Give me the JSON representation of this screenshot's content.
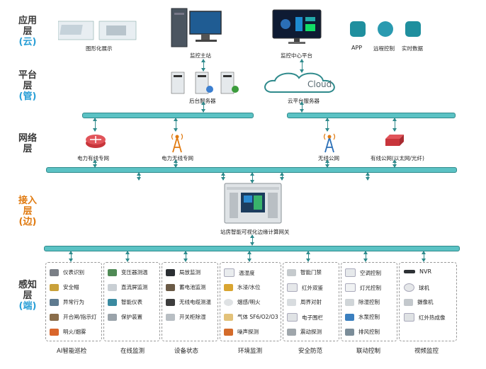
{
  "layers": {
    "app": {
      "main": "应用层",
      "sub": "(云)"
    },
    "platform": {
      "main": "平台层",
      "sub": "(管)"
    },
    "network": {
      "main": "网络层"
    },
    "access": {
      "main": "接入层",
      "sub": "(边)"
    },
    "sensing": {
      "main": "感知层",
      "sub": "(端)"
    }
  },
  "app_layer": {
    "graphic": "图形化展示",
    "monitor_host": "监控主站",
    "monitor_center": "监控中心平台",
    "app": "APP",
    "remote": "远程控制",
    "realtime": "实时数据"
  },
  "platform_layer": {
    "backend": "后台服务器",
    "cloud_word": "Cloud",
    "cloud_server": "云平台服务器"
  },
  "network_layer": {
    "power_wired": "电力有线专网",
    "power_wireless": "电力无线专网",
    "wireless_public": "无线公网",
    "wired_public": "有线公网(以太网/光纤)"
  },
  "access_layer": {
    "gateway": "站房智能可视化边缘计算网关"
  },
  "groups": [
    {
      "title": "AI智能巡检",
      "items": [
        "仪表识别",
        "安全帽",
        "异常行为",
        "开合闸/指示灯",
        "明火/烟雾"
      ]
    },
    {
      "title": "在线监测",
      "items": [
        "变压器测温",
        "直流屏监测",
        "智能仪表",
        "保护装置"
      ]
    },
    {
      "title": "设备状态",
      "items": [
        "局放监测",
        "蓄电池监测",
        "无线电缆测温",
        "开关柜除湿"
      ]
    },
    {
      "title": "环境监测",
      "items": [
        "温湿度",
        "水浸/水位",
        "烟感/明火",
        "气体 SF6/O2/O3",
        "噪声探测"
      ]
    },
    {
      "title": "安全防范",
      "items": [
        "智能门禁",
        "红外双鉴",
        "周界对射",
        "电子围栏",
        "震动探测"
      ]
    },
    {
      "title": "联动控制",
      "items": [
        "空调控制",
        "灯光控制",
        "除湿控制",
        "水泵控制",
        "排风控制"
      ]
    },
    {
      "title": "视频监控",
      "items": [
        "NVR",
        "球机",
        "摄像机",
        "红外热成像"
      ]
    }
  ],
  "colors": {
    "bus": "#5bc2c4",
    "bus_border": "#2f8a8c",
    "accent_blue": "#2a9fd6",
    "accent_orange": "#e07a10"
  }
}
